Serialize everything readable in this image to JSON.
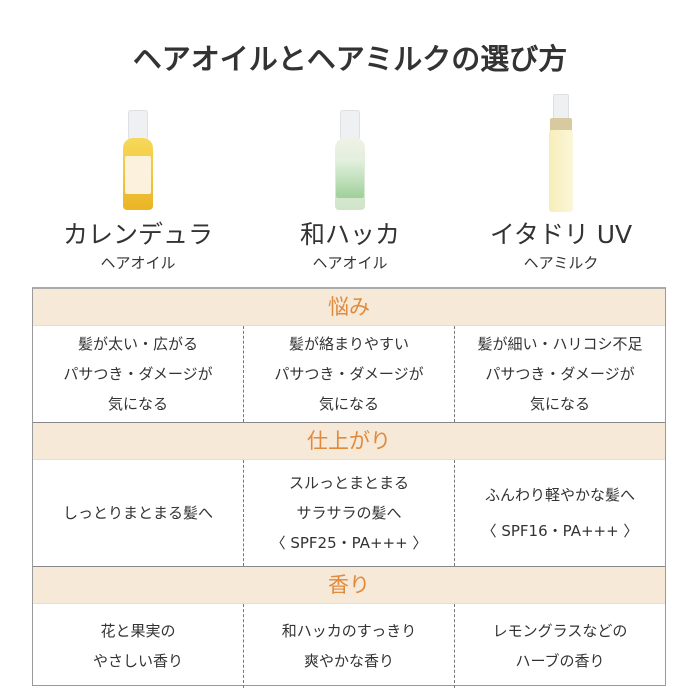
{
  "title": "ヘアオイルとヘアミルクの選び方",
  "products": [
    {
      "name": "カレンデュラ",
      "type": "ヘアオイル",
      "color": "#f1c232"
    },
    {
      "name": "和ハッカ",
      "type": "ヘアオイル",
      "color": "#dfeed8"
    },
    {
      "name": "イタドリ UV",
      "type": "ヘアミルク",
      "color": "#f8f1c4"
    }
  ],
  "sections": [
    {
      "heading": "悩み",
      "cells": [
        [
          "髪が太い・広がる",
          "パサつき・ダメージが",
          "気になる"
        ],
        [
          "髪が絡まりやすい",
          "パサつき・ダメージが",
          "気になる"
        ],
        [
          "髪が細い・ハリコシ不足",
          "パサつき・ダメージが",
          "気になる"
        ]
      ]
    },
    {
      "heading": "仕上がり",
      "cells": [
        [
          "しっとりまとまる髪へ"
        ],
        [
          "スルっとまとまる",
          "サラサラの髪へ",
          "〈 SPF25・PA+++ 〉"
        ],
        [
          "ふんわり軽やかな髪へ",
          "〈 SPF16・PA+++ 〉"
        ]
      ]
    },
    {
      "heading": "香り",
      "cells": [
        [
          "花と果実の",
          "やさしい香り"
        ],
        [
          "和ハッカのすっきり",
          "爽やかな香り"
        ],
        [
          "レモングラスなどの",
          "ハーブの香り"
        ]
      ]
    }
  ],
  "colors": {
    "band_bg": "#f7e9d8",
    "band_text": "#e08a3c"
  }
}
